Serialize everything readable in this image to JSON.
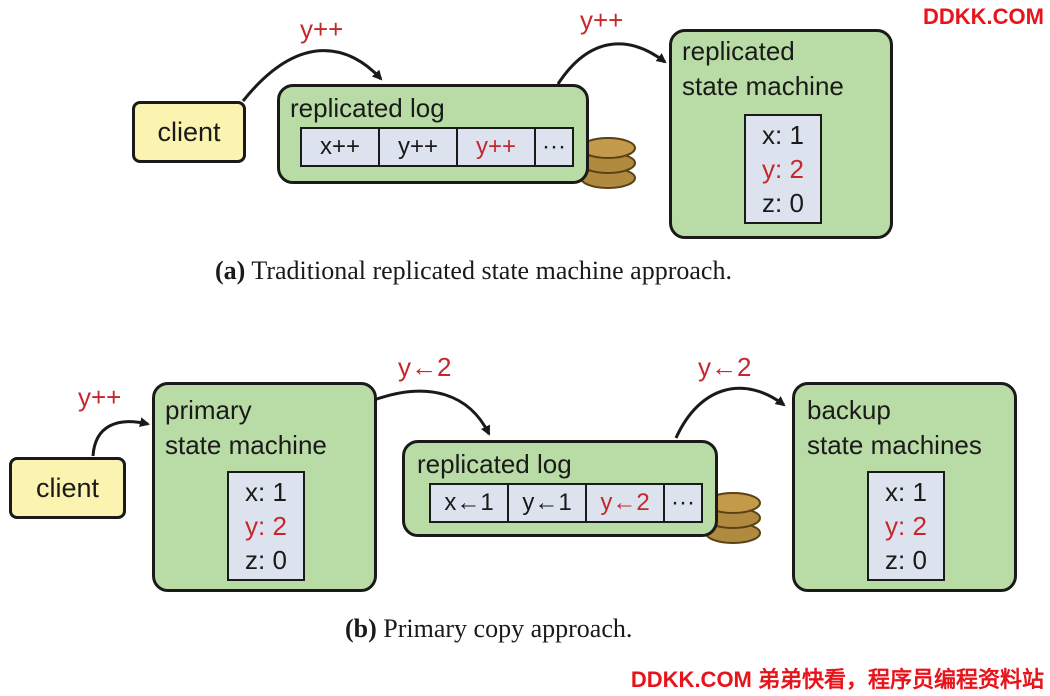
{
  "watermark_top": "DDKK.COM",
  "watermark_bottom": "DDKK.COM 弟弟快看，程序员编程资料站",
  "diagram_a": {
    "client": "client",
    "client_op": "y++",
    "log_label": "replicated log",
    "log_entries": [
      "x++",
      "y++",
      "y++",
      "···"
    ],
    "log_op": "y++",
    "sm_label_line1": "replicated",
    "sm_label_line2": "state machine",
    "state": [
      "x: 1",
      "y: 2",
      "z: 0"
    ],
    "caption_tag": "(a)",
    "caption_text": " Traditional replicated state machine approach."
  },
  "diagram_b": {
    "client": "client",
    "client_op": "y++",
    "primary_label_line1": "primary",
    "primary_label_line2": "state machine",
    "primary_state": [
      "x: 1",
      "y: 2",
      "z: 0"
    ],
    "primary_op": "y←2",
    "log_label": "replicated log",
    "log_entries": [
      "x←1",
      "y←1",
      "y←2",
      "···"
    ],
    "log_op": "y←2",
    "backup_label_line1": "backup",
    "backup_label_line2": "state machines",
    "backup_state": [
      "x: 1",
      "y: 2",
      "z: 0"
    ],
    "caption_tag": "(b)",
    "caption_text": " Primary copy approach."
  },
  "colors": {
    "box_fill": "#b9dca6",
    "client_fill": "#fbf4b0",
    "table_fill": "#dde3ee",
    "highlight_red": "#c5282c",
    "disk_fill": "#b08a3e",
    "watermark_red": "#e8141c"
  }
}
